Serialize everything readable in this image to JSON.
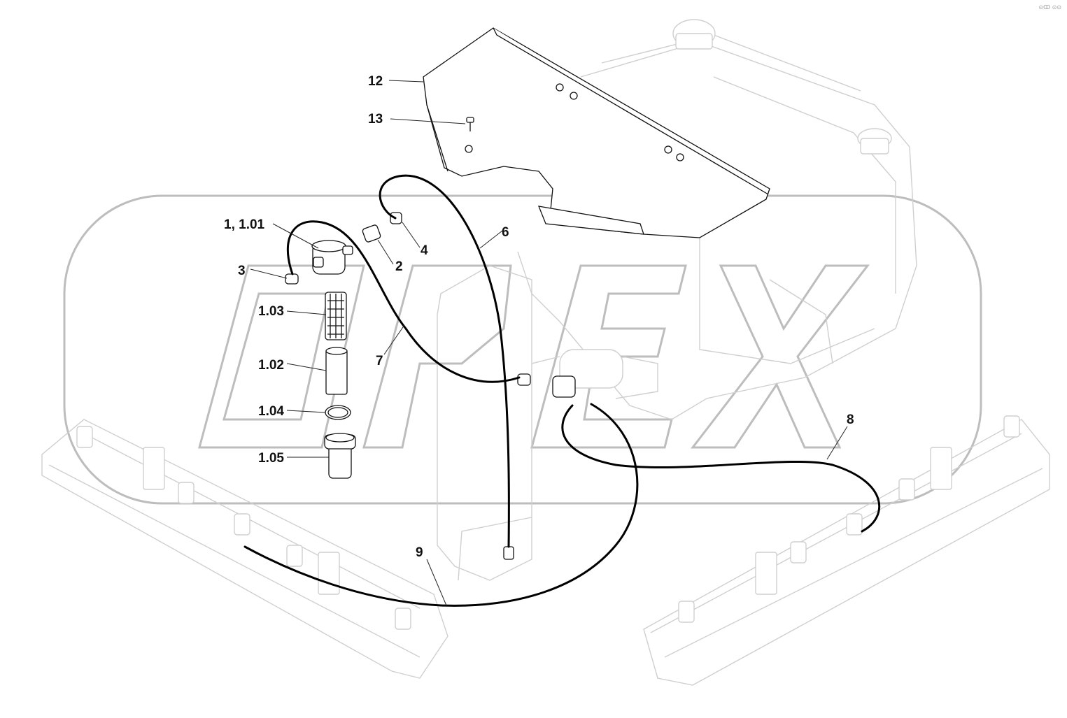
{
  "watermark": {
    "text": "OPEX",
    "color": "#bdbdbd"
  },
  "corner_mark": "⊙ↀ ⊙⊙",
  "colors": {
    "hose": "#000000",
    "ghost": "#cfcfcf",
    "part": "#111111"
  },
  "callouts": [
    {
      "id": "12",
      "label": "12"
    },
    {
      "id": "13",
      "label": "13"
    },
    {
      "id": "1-101",
      "label": "1, 1.01"
    },
    {
      "id": "6",
      "label": "6"
    },
    {
      "id": "4",
      "label": "4"
    },
    {
      "id": "2",
      "label": "2"
    },
    {
      "id": "3",
      "label": "3"
    },
    {
      "id": "103",
      "label": "1.03"
    },
    {
      "id": "7",
      "label": "7"
    },
    {
      "id": "102",
      "label": "1.02"
    },
    {
      "id": "104",
      "label": "1.04"
    },
    {
      "id": "105",
      "label": "1.05"
    },
    {
      "id": "8",
      "label": "8"
    },
    {
      "id": "9",
      "label": "9"
    }
  ]
}
